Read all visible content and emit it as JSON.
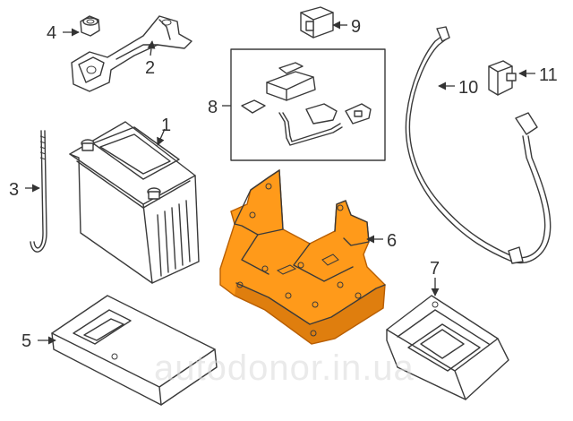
{
  "colors": {
    "highlight": "#ff9a1a",
    "highlight_dark": "#b85e00",
    "line": "#3a3a3a"
  },
  "callouts": {
    "c1": "1",
    "c2": "2",
    "c3": "3",
    "c4": "4",
    "c5": "5",
    "c6": "6",
    "c7": "7",
    "c8": "8",
    "c9": "9",
    "c10": "10",
    "c11": "11"
  },
  "highlighted_part": "6",
  "watermark": "autodonor.in.ua"
}
